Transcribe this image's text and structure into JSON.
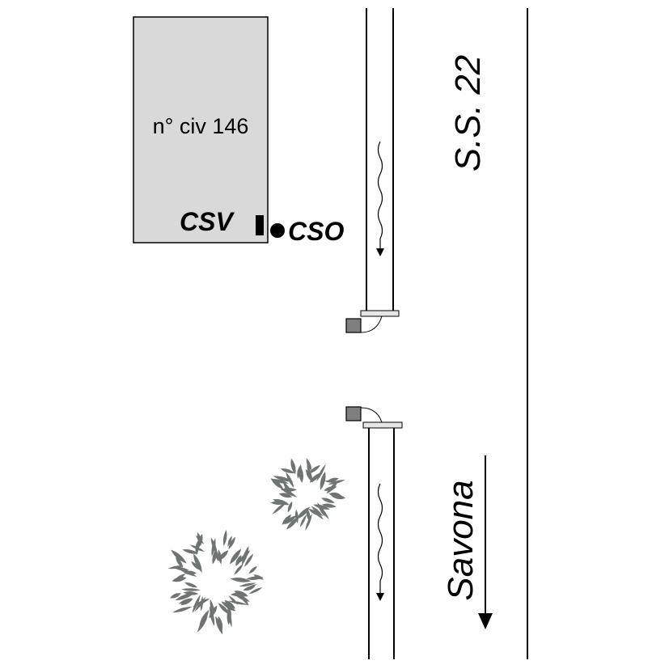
{
  "building": {
    "label": "n° civ 146",
    "fill": "#d9d9d9"
  },
  "markers": {
    "csv": "CSV",
    "cso": "CSO"
  },
  "road": {
    "name": "S.S. 22",
    "direction_label": "Savona"
  },
  "colors": {
    "stroke": "#000000",
    "box": "#7f7f7f",
    "bar": "#e6e6e6",
    "tree": "#6f7472"
  }
}
